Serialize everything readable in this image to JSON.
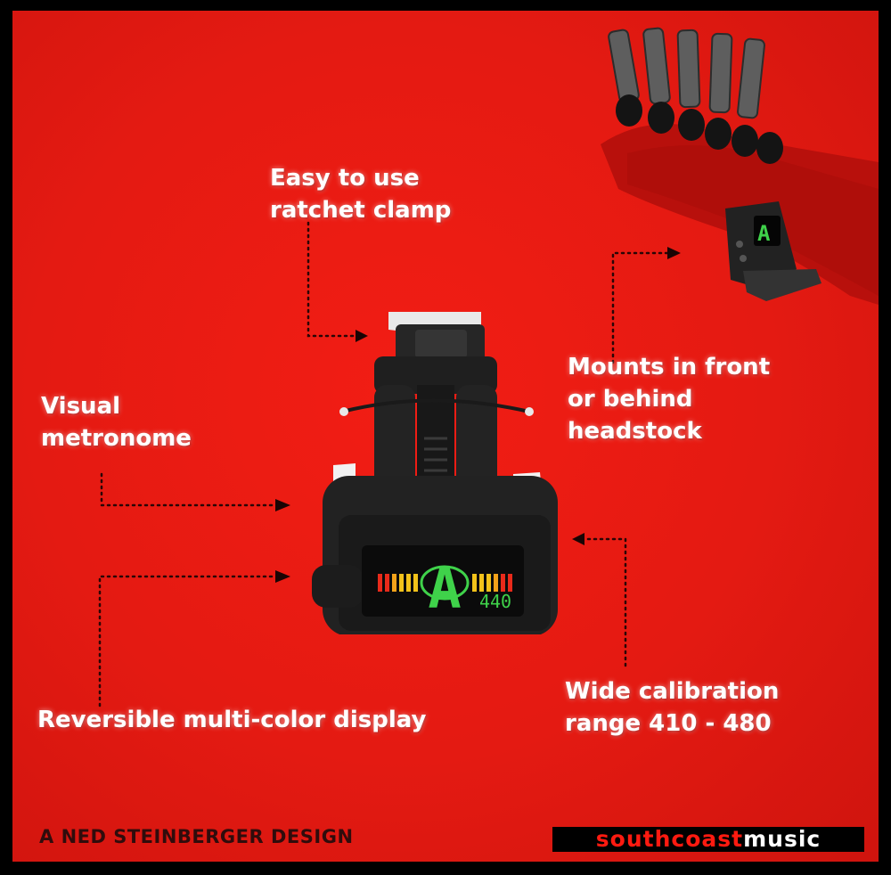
{
  "callouts": {
    "clamp": [
      "Easy to use",
      "ratchet clamp"
    ],
    "metronome": [
      "Visual",
      "metronome"
    ],
    "mounts": [
      "Mounts in front",
      "or behind",
      "headstock"
    ],
    "display": [
      "Reversible multi-color display"
    ],
    "calibration": [
      "Wide calibration",
      "range 410 - 480"
    ]
  },
  "tuner_display": {
    "note": "A",
    "calibration_value": "440"
  },
  "footer": {
    "design_credit": "A NED STEINBERGER DESIGN",
    "logo_part1": "southcoast",
    "logo_part2": "music"
  },
  "colors": {
    "background_red": "#e41a12",
    "text": "#ffffff",
    "display_green": "#3fd24a",
    "display_yellow": "#f2c21a",
    "display_red": "#e82a1a",
    "logo_red": "#ff1a10"
  }
}
